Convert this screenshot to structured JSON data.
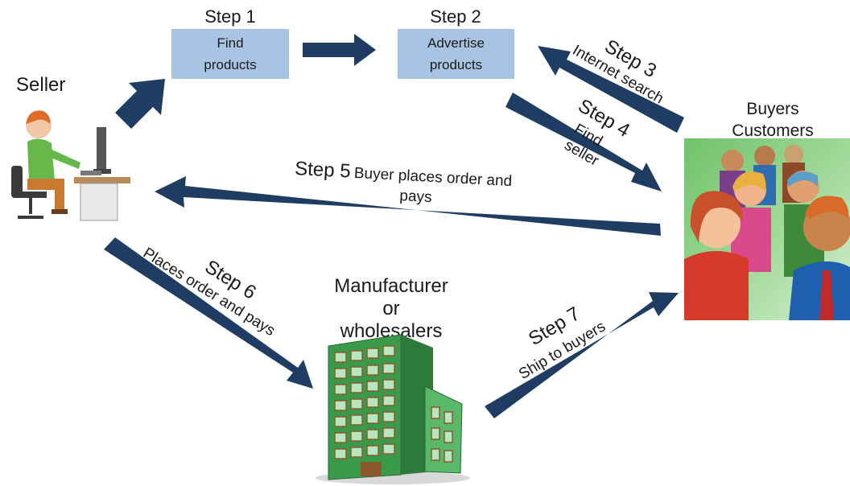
{
  "steps": {
    "step1": {
      "title": "Step 1",
      "line1": "Find",
      "line2": "products"
    },
    "step2": {
      "title": "Step 2",
      "line1": "Advertise",
      "line2": "products"
    },
    "step3": {
      "title": "Step 3",
      "desc": "Internet search"
    },
    "step4": {
      "title": "Step 4",
      "line1": "Find",
      "line2": "seller"
    },
    "step5": {
      "title": "Step 5",
      "desc_line1": "Buyer places order and",
      "desc_line2": "pays"
    },
    "step6": {
      "title": "Step 6",
      "desc": "Places order and pays"
    },
    "step7": {
      "title": "Step 7",
      "desc": "Ship to buyers"
    }
  },
  "nodes": {
    "seller": "Seller",
    "buyers_line1": "Buyers",
    "buyers_line2": "Customers",
    "manufacturer_line1": "Manufacturer",
    "manufacturer_line2": "or",
    "manufacturer_line3": "wholesalers"
  },
  "colors": {
    "arrow": "#1f3d63",
    "box": "#a9c4e2"
  }
}
